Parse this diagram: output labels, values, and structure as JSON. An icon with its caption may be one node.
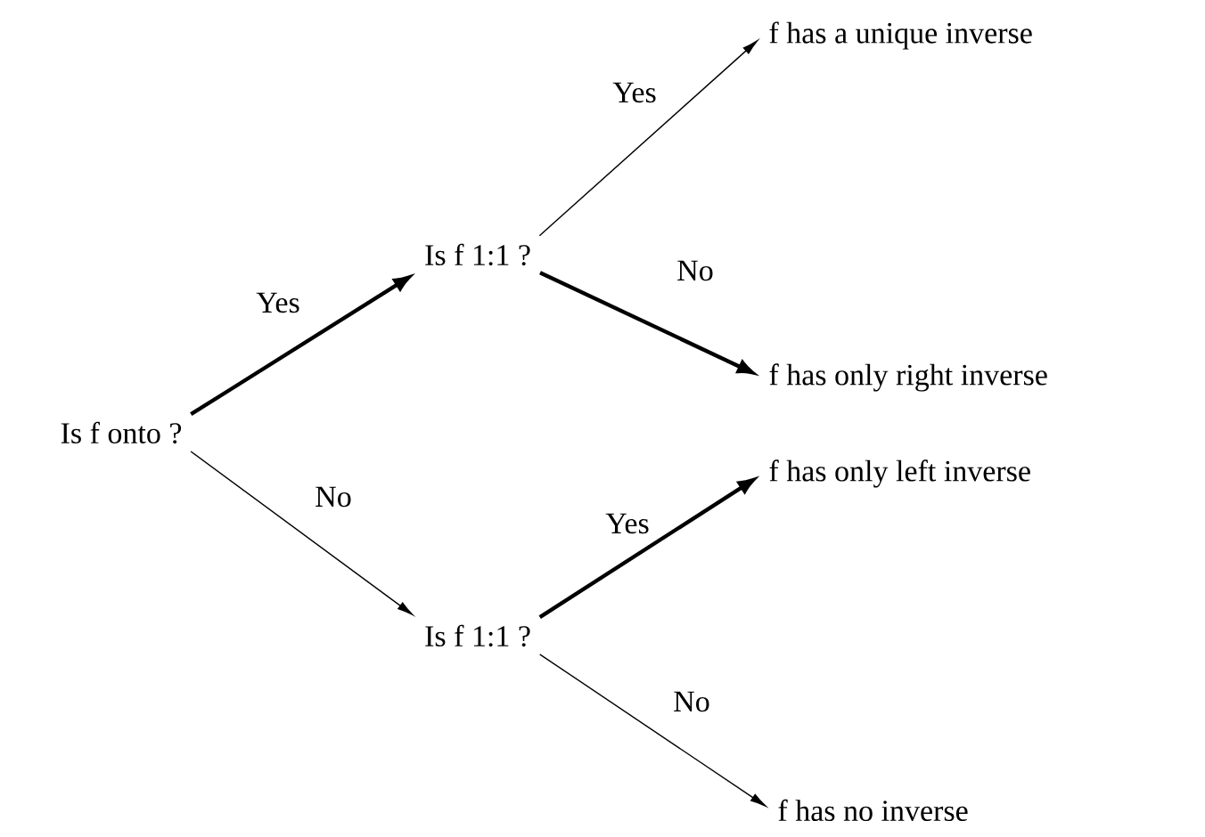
{
  "diagram": {
    "nodes": [
      {
        "text": [
          "Is f onto ?"
        ]
      },
      {
        "text": [
          "Is f 1:1 ?"
        ]
      },
      {
        "text": [
          "Is f 1:1 ?"
        ]
      },
      {
        "text": [
          "f has a unique inverse"
        ]
      },
      {
        "text": [
          "f has only right inverse"
        ]
      },
      {
        "text": [
          "f has only left inverse"
        ]
      },
      {
        "text": [
          "f has no inverse"
        ]
      }
    ],
    "edges": [
      {
        "from": 0,
        "to": 1,
        "arrow": "to",
        "label": "Yes",
        "style": "thick"
      },
      {
        "from": 0,
        "to": 2,
        "arrow": "to",
        "label": "No"
      },
      {
        "from": 1,
        "to": 3,
        "arrow": "to",
        "label": "Yes"
      },
      {
        "from": 1,
        "to": 4,
        "arrow": "to",
        "label": "No",
        "style": "thick"
      },
      {
        "from": 2,
        "to": 5,
        "arrow": "to",
        "label": "Yes",
        "style": "thick"
      },
      {
        "from": 2,
        "to": 6,
        "arrow": "to",
        "label": "No"
      }
    ]
  }
}
